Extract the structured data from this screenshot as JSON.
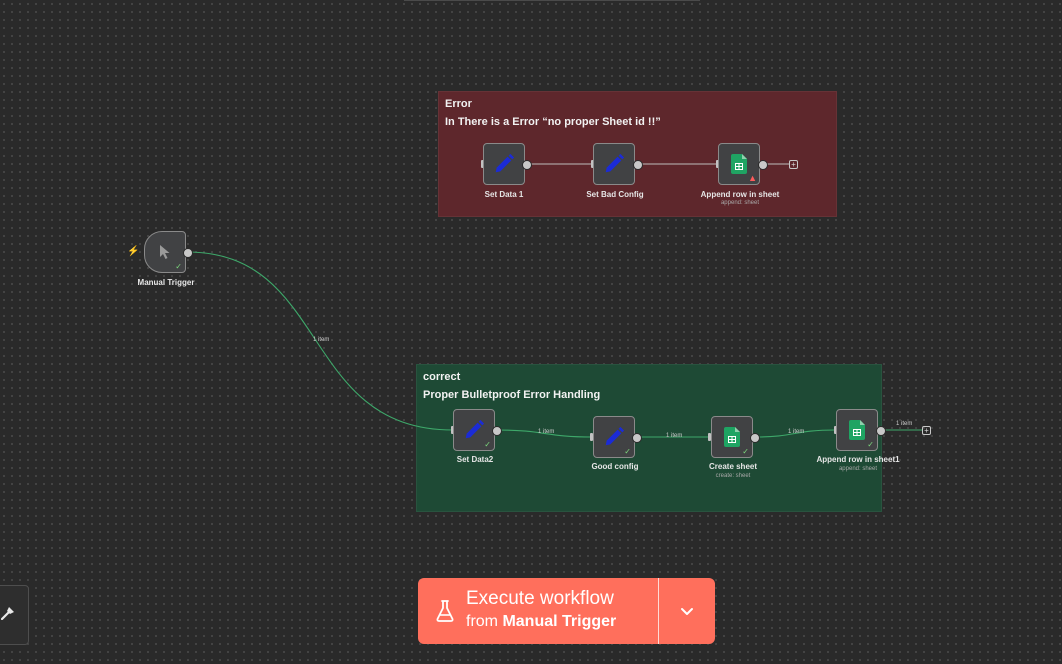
{
  "stickies": {
    "error": {
      "title": "Error",
      "subtitle": "In There is a Error “no proper Sheet id !!”"
    },
    "correct": {
      "title": "correct",
      "subtitle": "Proper Bulletproof Error Handling"
    }
  },
  "nodes": {
    "manual_trigger": {
      "label": "Manual Trigger",
      "icon": "cursor-icon",
      "status": "success"
    },
    "set_data_1": {
      "label": "Set Data 1",
      "icon": "pencil-icon"
    },
    "set_bad_config": {
      "label": "Set Bad Config",
      "icon": "pencil-icon"
    },
    "append_row": {
      "label": "Append row in sheet",
      "sub": "append: sheet",
      "icon": "google-sheets-icon",
      "status": "warning"
    },
    "set_data2": {
      "label": "Set Data2",
      "icon": "pencil-icon",
      "status": "success"
    },
    "good_config": {
      "label": "Good config",
      "icon": "pencil-icon",
      "status": "success"
    },
    "create_sheet": {
      "label": "Create sheet",
      "sub": "create: sheet",
      "icon": "google-sheets-icon",
      "status": "success"
    },
    "append_row1": {
      "label": "Append row in sheet1",
      "sub": "append: sheet",
      "icon": "google-sheets-icon",
      "status": "success"
    }
  },
  "edges": {
    "trigger_to_setdata2": "1 item",
    "setdata2_to_goodconfig": "1 item",
    "goodconfig_to_createsheet": "1 item",
    "createsheet_to_appendrow1": "1 item",
    "appendrow1_out": "1 item"
  },
  "execute": {
    "title": "Execute workflow",
    "from_label": "from",
    "from_node": "Manual Trigger"
  },
  "colors": {
    "canvas": "#2a2a2a",
    "sticky_error": "#5e272c",
    "sticky_correct": "#1e4a35",
    "execute_button": "#ff6f5c",
    "success_edge": "#3ea86a",
    "success_check": "#7dd87d",
    "warning": "#ff5b5b",
    "sheets_green": "#1fa463",
    "pencil_blue": "#1b2bd6"
  }
}
